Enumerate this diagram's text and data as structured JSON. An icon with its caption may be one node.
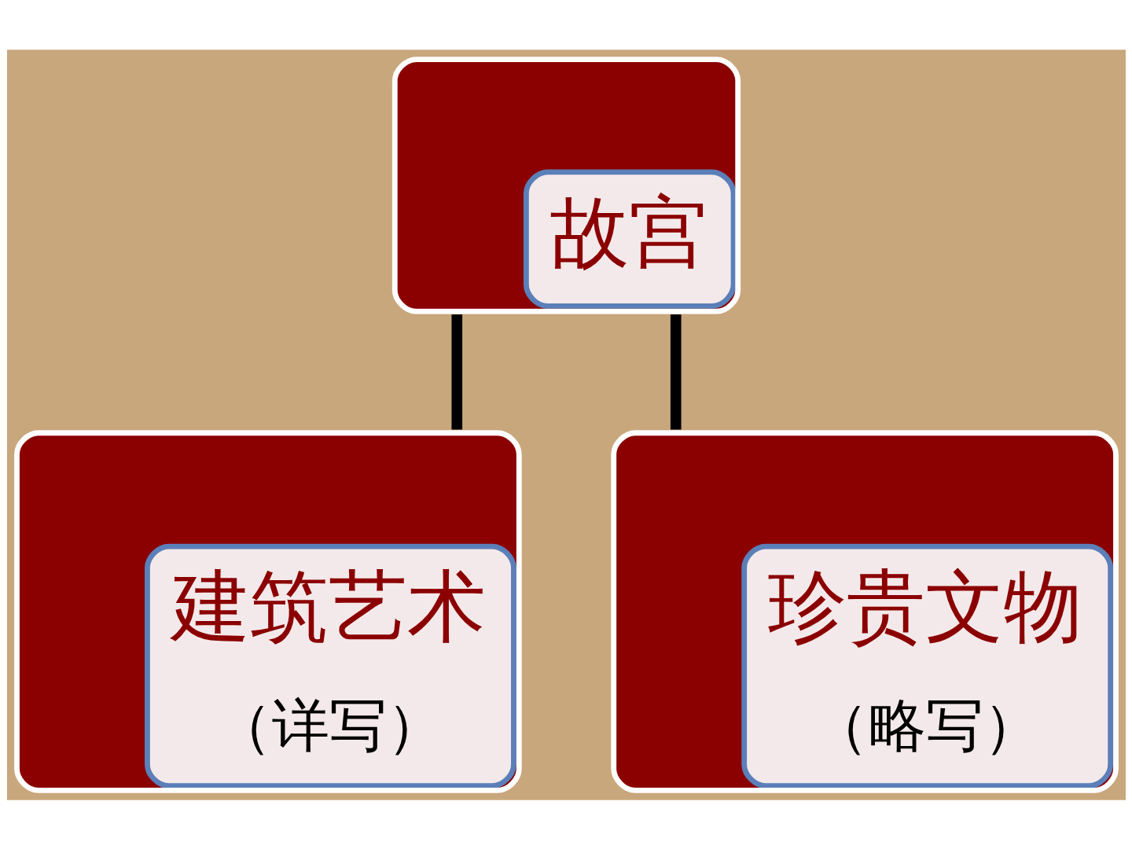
{
  "diagram": {
    "nodes": [
      {
        "text": [
          "故宫"
        ]
      },
      {
        "text": [
          "建筑艺术",
          "（详写）"
        ]
      },
      {
        "text": [
          "珍贵文物",
          "（略写）"
        ]
      }
    ],
    "edges": [
      {
        "from": 0,
        "to": 1,
        "arrow": "none"
      },
      {
        "from": 0,
        "to": 2,
        "arrow": "none"
      }
    ]
  }
}
